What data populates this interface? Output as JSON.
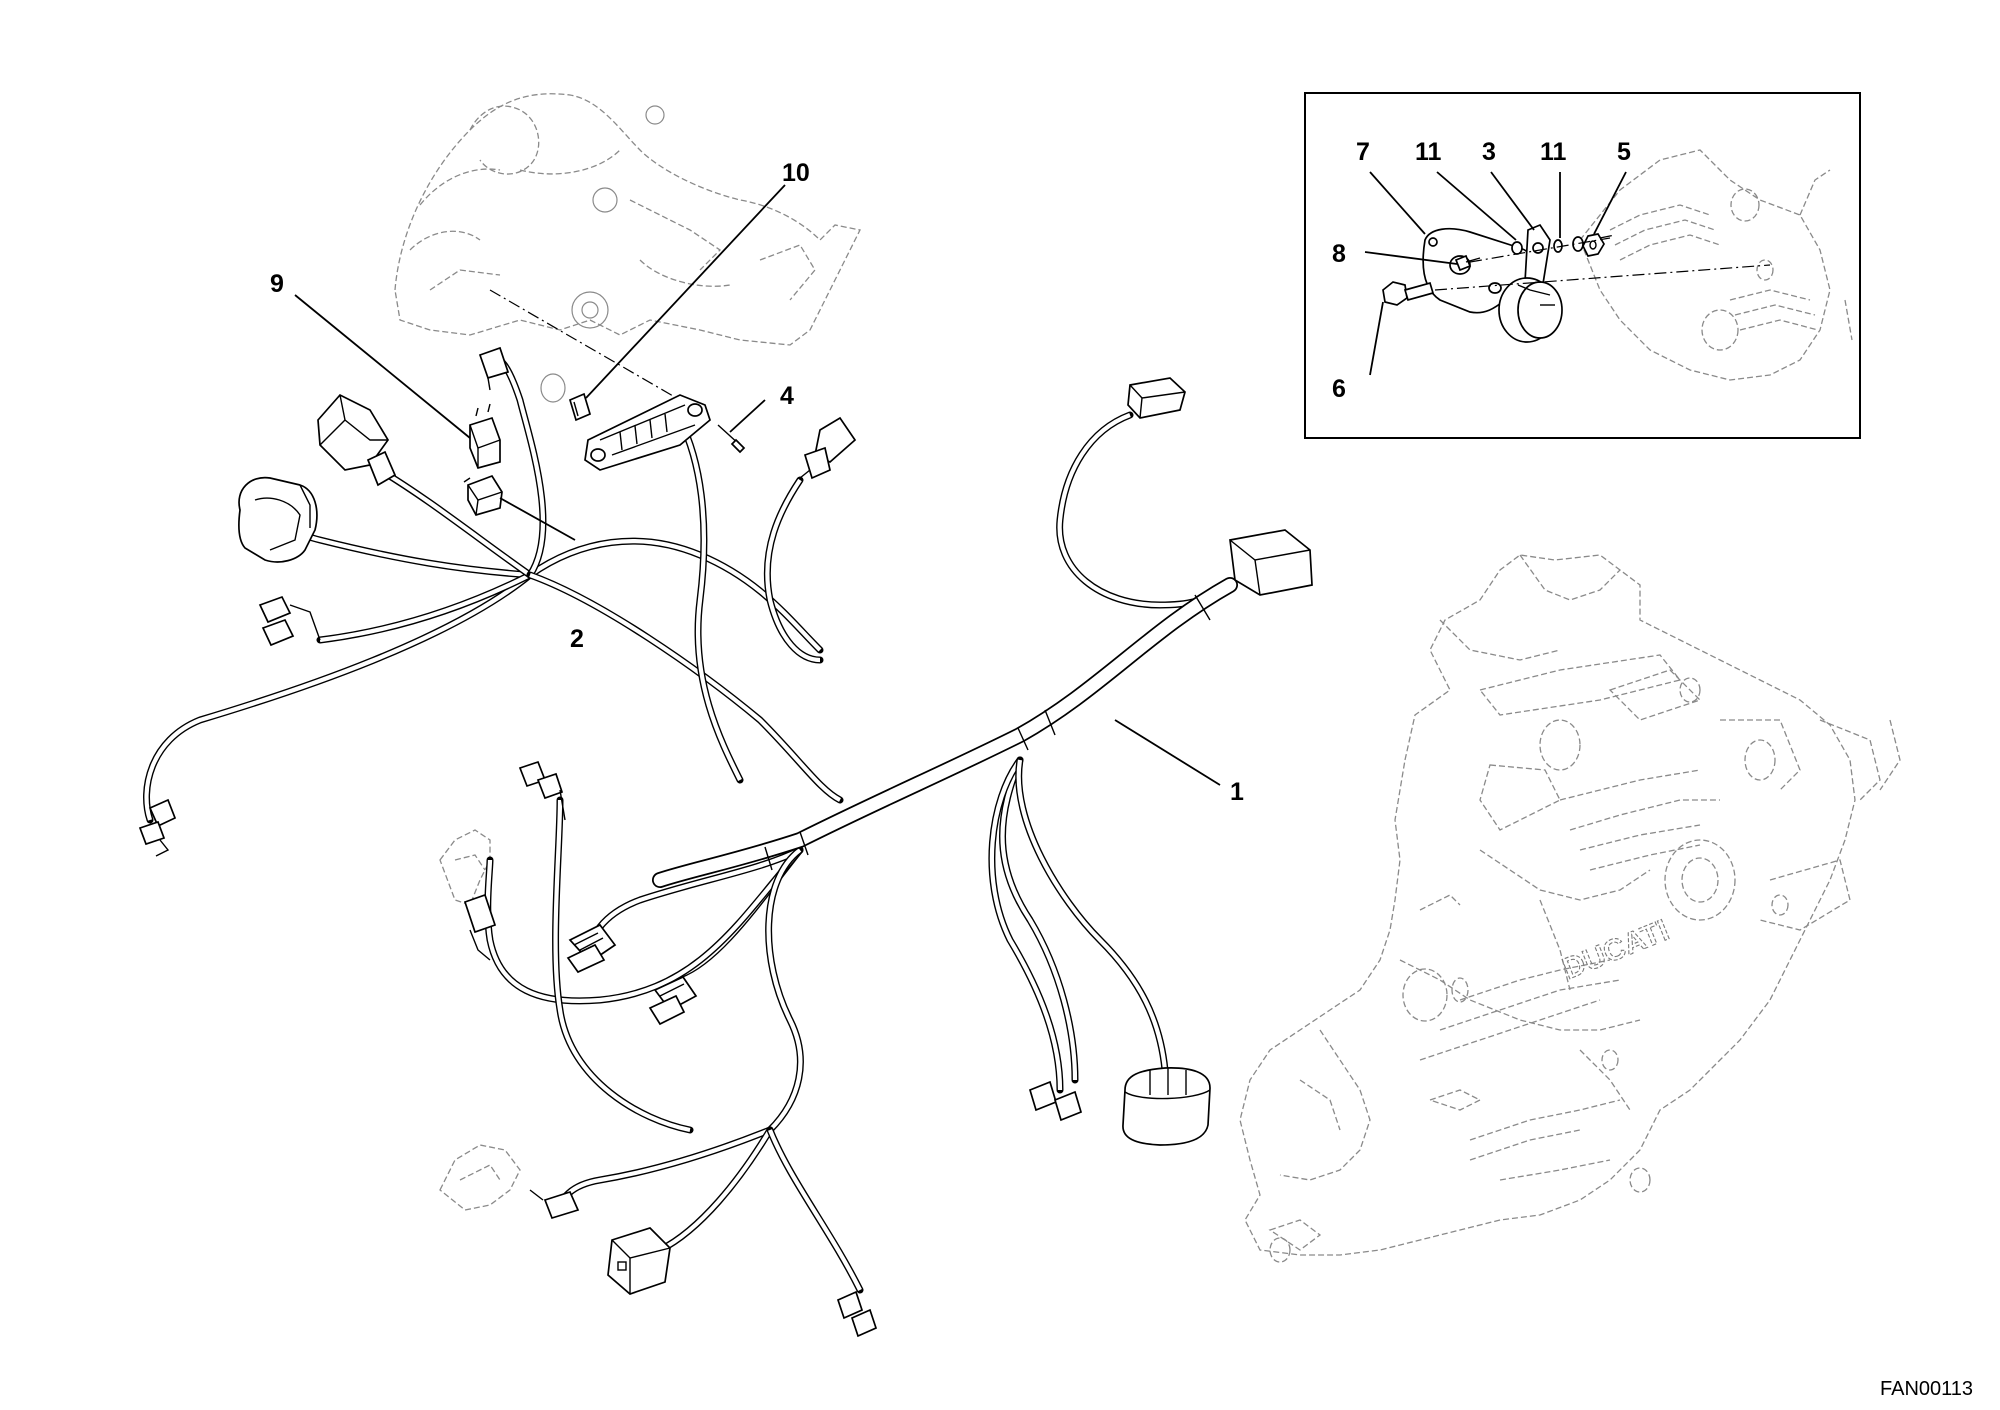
{
  "drawing": {
    "code": "FAN00113"
  },
  "callouts": [
    {
      "id": "callout-1",
      "label": "1",
      "target": "main-harness"
    },
    {
      "id": "callout-2",
      "label": "2",
      "target": "relay-socket"
    },
    {
      "id": "callout-4",
      "label": "4",
      "target": "screw"
    },
    {
      "id": "callout-9",
      "label": "9",
      "target": "relay"
    },
    {
      "id": "callout-10",
      "label": "10",
      "target": "fuse-box"
    }
  ],
  "inset": {
    "callouts": [
      {
        "id": "inset-callout-7",
        "label": "7"
      },
      {
        "id": "inset-callout-11a",
        "label": "11"
      },
      {
        "id": "inset-callout-3",
        "label": "3"
      },
      {
        "id": "inset-callout-11b",
        "label": "11"
      },
      {
        "id": "inset-callout-5",
        "label": "5"
      },
      {
        "id": "inset-callout-8",
        "label": "8"
      },
      {
        "id": "inset-callout-6",
        "label": "6"
      }
    ]
  },
  "emblem": {
    "lettering": "DUCATI"
  }
}
